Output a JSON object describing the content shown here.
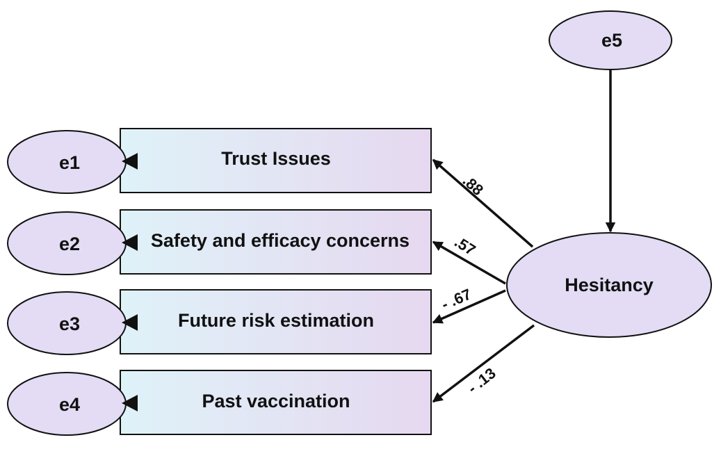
{
  "diagram": {
    "error_terms": {
      "e1": "e1",
      "e2": "e2",
      "e3": "e3",
      "e4": "e4",
      "e5": "e5"
    },
    "indicators": {
      "trust": "Trust Issues",
      "safety": "Safety and efficacy concerns",
      "future_risk": "Future risk estimation",
      "past_vaccination": "Past vaccination"
    },
    "latent": "Hesitancy",
    "loadings": {
      "trust": ".88",
      "safety": ".57",
      "future_risk": "- .67",
      "past_vaccination": "- .13"
    },
    "colors": {
      "ellipse_fill": "#e3dcf4",
      "box_gradient_left": "#dff2f8",
      "box_gradient_right": "#e6d8f0",
      "stroke": "#111111"
    }
  }
}
